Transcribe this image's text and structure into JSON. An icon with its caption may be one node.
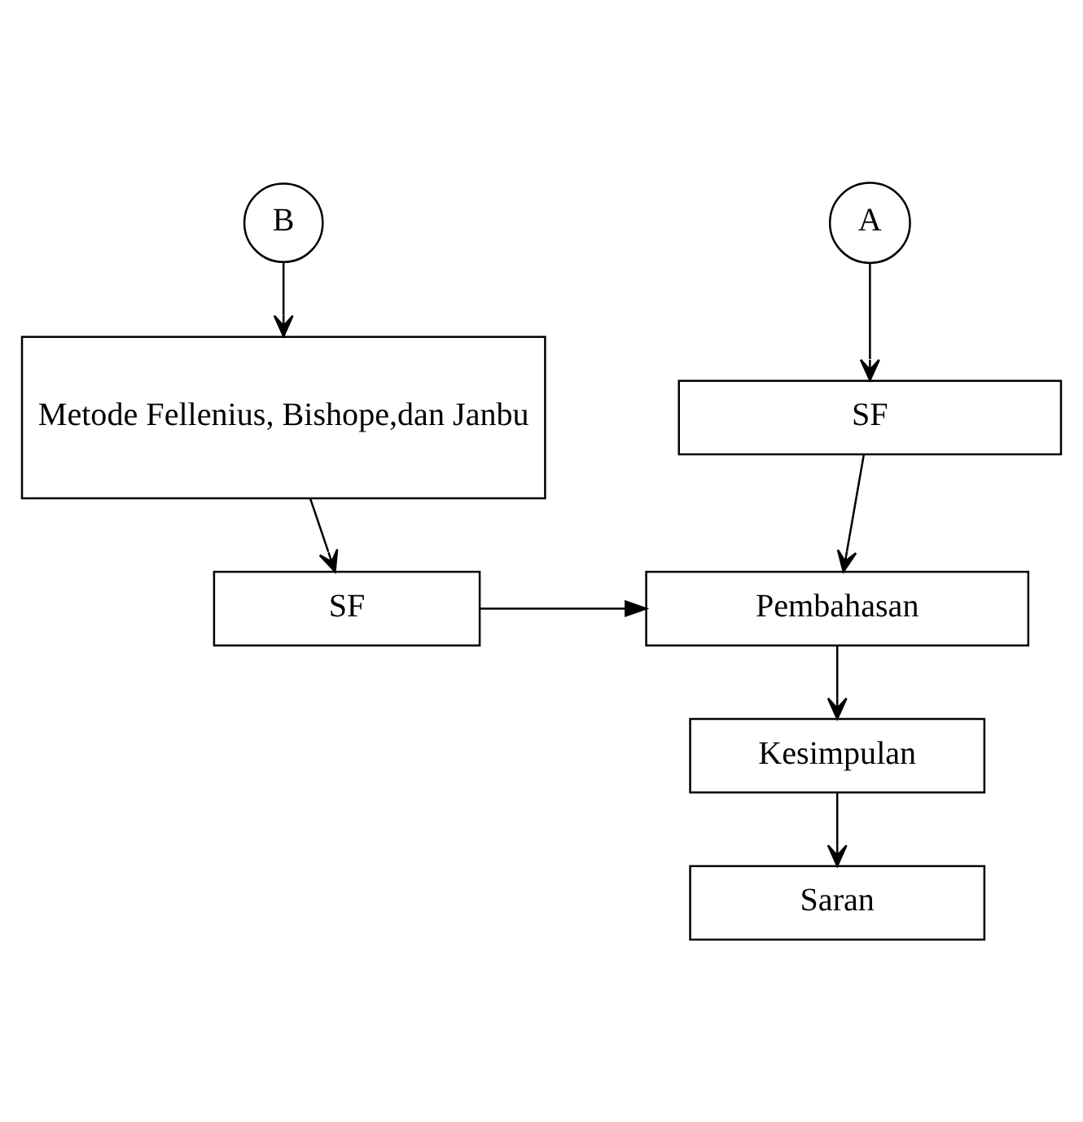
{
  "diagram": {
    "nodes": [
      {
        "text": [
          "A"
        ]
      },
      {
        "text": [
          "B"
        ]
      },
      {
        "text": [
          "SF"
        ]
      },
      {
        "text": [
          "Metode Fellenius, Bishope,dan Janbu"
        ]
      },
      {
        "text": [
          "Pembahasan"
        ]
      },
      {
        "text": [
          "SF"
        ]
      },
      {
        "text": [
          "Kesimpulan"
        ]
      },
      {
        "text": [
          "Saran"
        ]
      }
    ],
    "edges": [
      {
        "from": 0,
        "to": 2,
        "arrow": "to"
      },
      {
        "from": 1,
        "to": 3,
        "arrow": "to"
      },
      {
        "from": 2,
        "to": 4,
        "arrow": "to"
      },
      {
        "from": 3,
        "to": 5,
        "arrow": "to"
      },
      {
        "from": 5,
        "to": 4,
        "arrow": "to"
      },
      {
        "from": 4,
        "to": 6,
        "arrow": "to"
      },
      {
        "from": 6,
        "to": 7,
        "arrow": "to"
      }
    ]
  }
}
